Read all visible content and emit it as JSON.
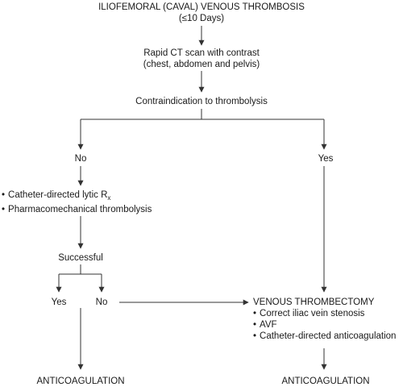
{
  "title": {
    "line1": "ILIOFEMORAL (CAVAL) VENOUS THROMBOSIS",
    "line2": "(≤10 Days)"
  },
  "ct_scan": {
    "line1": "Rapid CT scan with contrast",
    "line2": "(chest, abdomen and pelvis)"
  },
  "contraindication": "Contraindication to thrombolysis",
  "branch_no": "No",
  "branch_yes": "Yes",
  "lytic_options": {
    "item1_main": "Catheter-directed lytic R",
    "item1_sub": "x",
    "item2": "Pharmacomechanical thrombolysis"
  },
  "successful": "Successful",
  "success_yes": "Yes",
  "success_no": "No",
  "thrombectomy": {
    "title": "VENOUS THROMBECTOMY",
    "items": [
      "Correct iliac vein stenosis",
      "AVF",
      "Catheter-directed anticoagulation"
    ]
  },
  "outcome_left": "ANTICOAGULATION",
  "outcome_right": "ANTICOAGULATION",
  "colors": {
    "line": "#333333",
    "text": "#1a1a1a"
  }
}
